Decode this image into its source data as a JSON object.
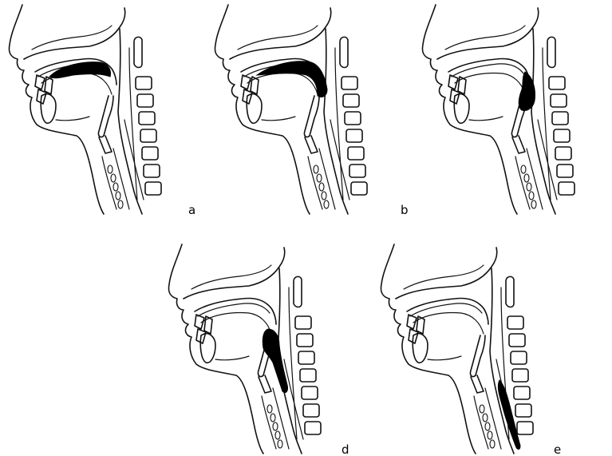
{
  "figure": {
    "panels": [
      {
        "id": "a",
        "label": "a",
        "bolus": "oral"
      },
      {
        "id": "b",
        "label": "b",
        "bolus": "oropharynx"
      },
      {
        "id": "c",
        "label": "",
        "bolus": "pharynx"
      },
      {
        "id": "d",
        "label": "d",
        "bolus": "hypopharynx"
      },
      {
        "id": "e",
        "label": "e",
        "bolus": "esophagus"
      }
    ],
    "colors": {
      "line": "#111111",
      "bolus": "#000000",
      "background": "#ffffff"
    }
  }
}
